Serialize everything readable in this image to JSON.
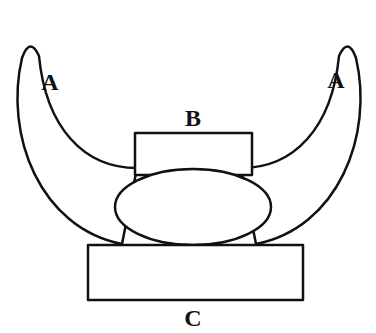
{
  "diagram": {
    "labels": [
      "A",
      "A",
      "B",
      "C"
    ]
  }
}
